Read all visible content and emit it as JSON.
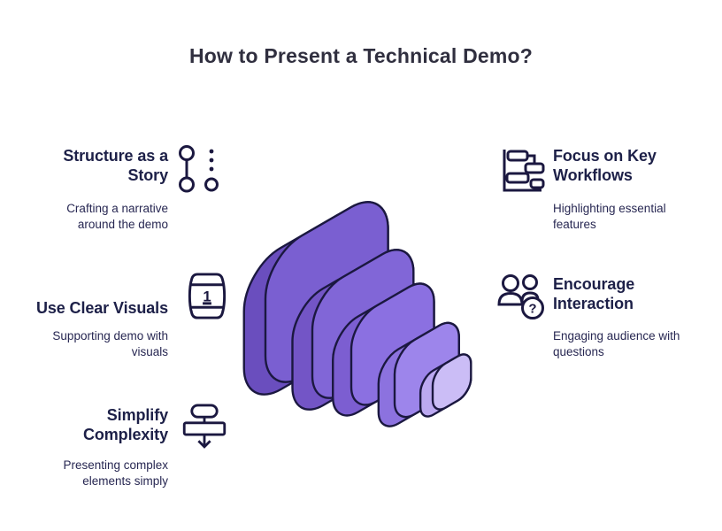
{
  "title": "How to Present a Technical Demo?",
  "colors": {
    "background": "#ffffff",
    "title_text": "#302f3f",
    "heading_text": "#1d2048",
    "body_text": "#272752",
    "icon_ink": "#1b1840",
    "outline": "#1b1840"
  },
  "blocks": [
    {
      "id": "structure-as-a-story",
      "icon": "timeline-steps-icon",
      "heading": "Structure as a\nStory",
      "body": "Crafting a narrative\naround the demo"
    },
    {
      "id": "focus-on-key-workflows",
      "icon": "gantt-chart-icon",
      "heading": "Focus on Key\nWorkflows",
      "body": "Highlighting essential\nfeatures"
    },
    {
      "id": "use-clear-visuals",
      "icon": "barrel-icon",
      "heading": "Use Clear Visuals",
      "body": "Supporting demo with\nvisuals"
    },
    {
      "id": "encourage-interaction",
      "icon": "audience-question-icon",
      "heading": "Encourage\nInteraction",
      "body": "Engaging audience with\nquestions"
    },
    {
      "id": "simplify-complexity",
      "icon": "flowchart-arrow-icon",
      "heading": "Simplify\nComplexity",
      "body": "Presenting complex\nelements simply"
    }
  ],
  "barrel_label": "1",
  "question_mark": "?",
  "funnel": {
    "description": "isometric stack of 5 rounded squares, large dark purple at back-left to small light purple at front-right",
    "layers": [
      {
        "face": "#7a5fd1",
        "side": "#6a4ebe"
      },
      {
        "face": "#8166d7",
        "side": "#7355c6"
      },
      {
        "face": "#8b70e1",
        "side": "#7c5ed1"
      },
      {
        "face": "#9d85eb",
        "side": "#8c72df"
      },
      {
        "face": "#cbbdf6",
        "side": "#bca9f1"
      }
    ]
  }
}
